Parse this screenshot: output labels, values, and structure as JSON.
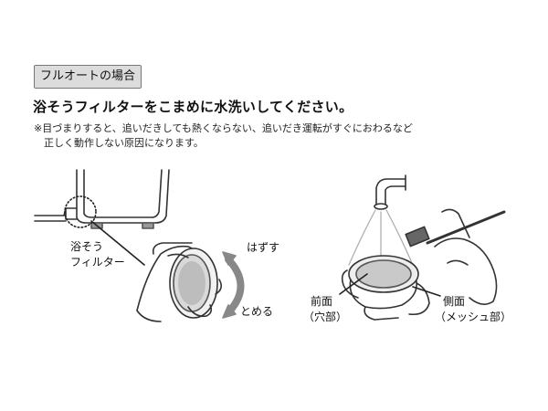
{
  "section_tag": "フルオートの場合",
  "heading": "浴そうフィルターをこまめに水洗いしてください。",
  "note": {
    "line1": "※目づまりすると、追いだきしても熱くならない、追いだき運転がすぐにおわるなど",
    "line2": "正しく動作しない原因になります。"
  },
  "labels": {
    "filter_line1": "浴そう",
    "filter_line2": "フィルター",
    "remove": "はずす",
    "attach": "とめる",
    "front_line1": "前面",
    "front_line2": "（穴部）",
    "side_line1": "側面",
    "side_line2": "（メッシュ部）"
  }
}
